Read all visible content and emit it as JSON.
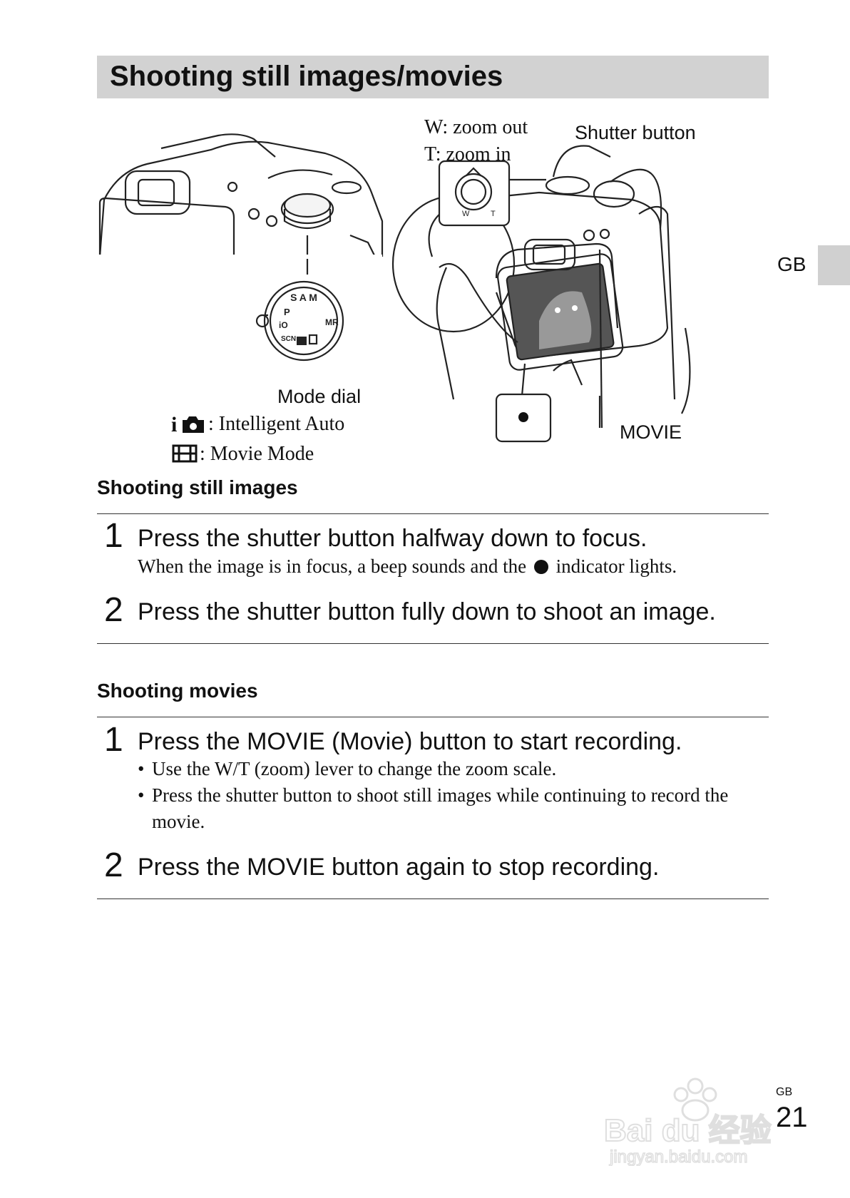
{
  "page": {
    "title": "Shooting still images/movies",
    "side_tab": "GB",
    "page_lang": "GB",
    "page_number": "21"
  },
  "illustration": {
    "zoom_out": "W: zoom out",
    "zoom_in": "T: zoom in",
    "shutter_button": "Shutter button",
    "mode_dial": "Mode dial",
    "intelligent_auto": ": Intelligent Auto",
    "movie_mode": ": Movie Mode",
    "movie_label": "MOVIE",
    "lever_w": "W",
    "lever_t": "T"
  },
  "still": {
    "heading": "Shooting still images",
    "steps": [
      {
        "num": "1",
        "text": "Press the shutter button halfway down to focus.",
        "note_before": "When the image is in focus, a beep sounds and the",
        "note_after": "indicator lights."
      },
      {
        "num": "2",
        "text": "Press the shutter button fully down to shoot an image."
      }
    ]
  },
  "movies": {
    "heading": "Shooting movies",
    "steps": [
      {
        "num": "1",
        "text": "Press the MOVIE (Movie) button to start recording.",
        "bullets": [
          "Use the W/T (zoom) lever to change the zoom scale.",
          "Press the shutter button to shoot still images while continuing to record the movie."
        ]
      },
      {
        "num": "2",
        "text": "Press the MOVIE button again to stop recording."
      }
    ]
  },
  "watermark": {
    "brand": "Bai du 经验",
    "url": "jingyan.baidu.com"
  }
}
